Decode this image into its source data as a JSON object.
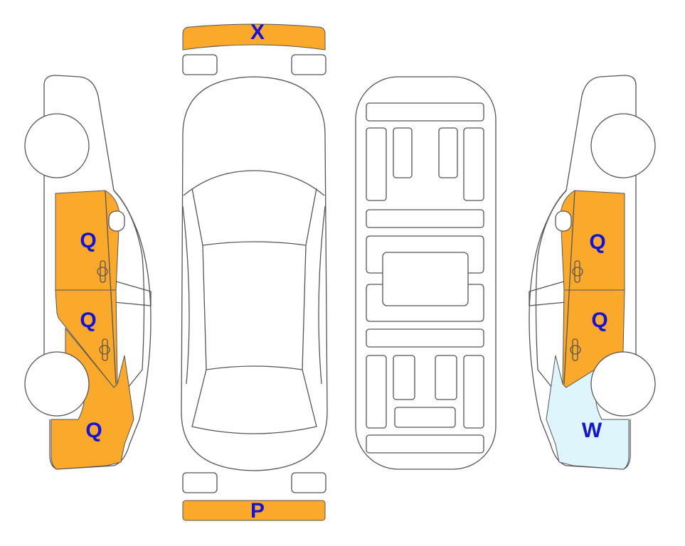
{
  "colors": {
    "damaged": "#FBA92B",
    "other": "#DFF5FC",
    "label": "#1414D8",
    "outline": "#555555"
  },
  "top_view": {
    "rear_bumper": {
      "label": "X",
      "status": "damaged"
    },
    "front_bumper": {
      "label": "P",
      "status": "damaged"
    }
  },
  "left_side": {
    "rear_door": {
      "label": "Q",
      "status": "damaged"
    },
    "front_door": {
      "label": "Q",
      "status": "damaged"
    },
    "front_fender": {
      "label": "Q",
      "status": "damaged"
    }
  },
  "right_side": {
    "rear_door": {
      "label": "Q",
      "status": "damaged"
    },
    "front_door": {
      "label": "Q",
      "status": "damaged"
    },
    "front_fender": {
      "label": "W",
      "status": "other"
    }
  }
}
